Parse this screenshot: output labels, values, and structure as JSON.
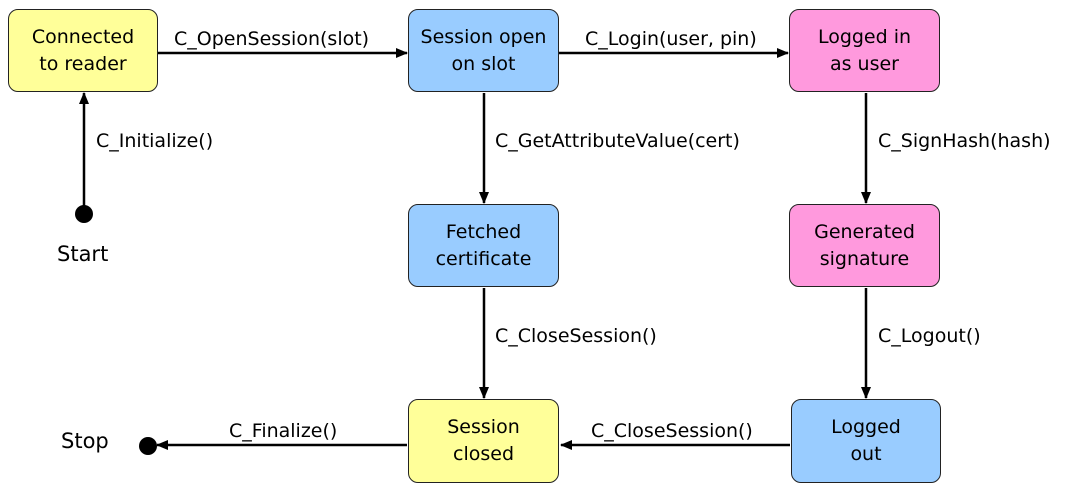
{
  "colors": {
    "yellow": "#ffff99",
    "blue": "#99ccff",
    "pink": "#ff99dd",
    "stroke": "#000000"
  },
  "states": {
    "connected": {
      "line1": "Connected",
      "line2": "to reader",
      "color": "yellow"
    },
    "session_open": {
      "line1": "Session open",
      "line2": "on slot",
      "color": "blue"
    },
    "logged_in": {
      "line1": "Logged in",
      "line2": "as user",
      "color": "pink"
    },
    "fetched_cert": {
      "line1": "Fetched",
      "line2": "certificate",
      "color": "blue"
    },
    "generated_sig": {
      "line1": "Generated",
      "line2": "signature",
      "color": "pink"
    },
    "session_closed": {
      "line1": "Session",
      "line2": "closed",
      "color": "yellow"
    },
    "logged_out": {
      "line1": "Logged",
      "line2": "out",
      "color": "blue"
    }
  },
  "terminals": {
    "start": "Start",
    "stop": "Stop"
  },
  "transitions": {
    "initialize": "C_Initialize()",
    "open_session": "C_OpenSession(slot)",
    "login": "C_Login(user, pin)",
    "get_attribute": "C_GetAttributeValue(cert)",
    "sign_hash": "C_SignHash(hash)",
    "close_session_cert": "C_CloseSession()",
    "logout": "C_Logout()",
    "close_session_logout": "C_CloseSession()",
    "finalize": "C_Finalize()"
  }
}
